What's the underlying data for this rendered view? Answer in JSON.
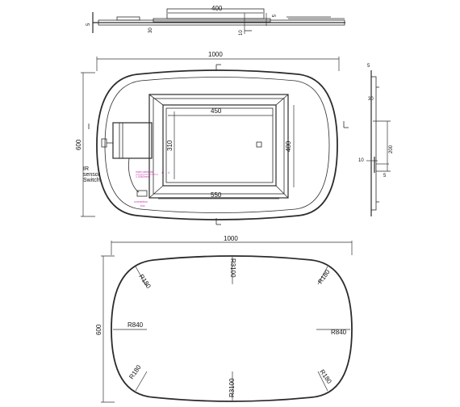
{
  "top_view": {
    "dim_width": "400",
    "dim_depth": "5",
    "dim_left": "5",
    "dim_offset": "30",
    "dim_small": "10"
  },
  "front_view": {
    "dim_overall_width": "1000",
    "dim_overall_height": "600",
    "dim_inner_top": "450",
    "dim_inner_bottom": "550",
    "dim_inner_height_left": "310",
    "dim_inner_height_right": "400",
    "ir_sensor_label": "IR\nsensor\nSwitch",
    "note_line1": "main cable dia",
    "note_line2": "1.0360mm",
    "note_line3": "connection",
    "note_line4": "box"
  },
  "side_view": {
    "dim_top": "5",
    "dim_30": "30",
    "dim_200": "200",
    "dim_10": "10",
    "dim_5": "5"
  },
  "bottom_view": {
    "dim_width": "1000",
    "dim_height": "600",
    "r_top_center": "R3100",
    "r_bottom_center": "R3100",
    "r_top_left": "R180",
    "r_top_right": "R180",
    "r_bottom_left": "R180",
    "r_bottom_right": "R180",
    "r_left": "R840",
    "r_right": "R840"
  }
}
